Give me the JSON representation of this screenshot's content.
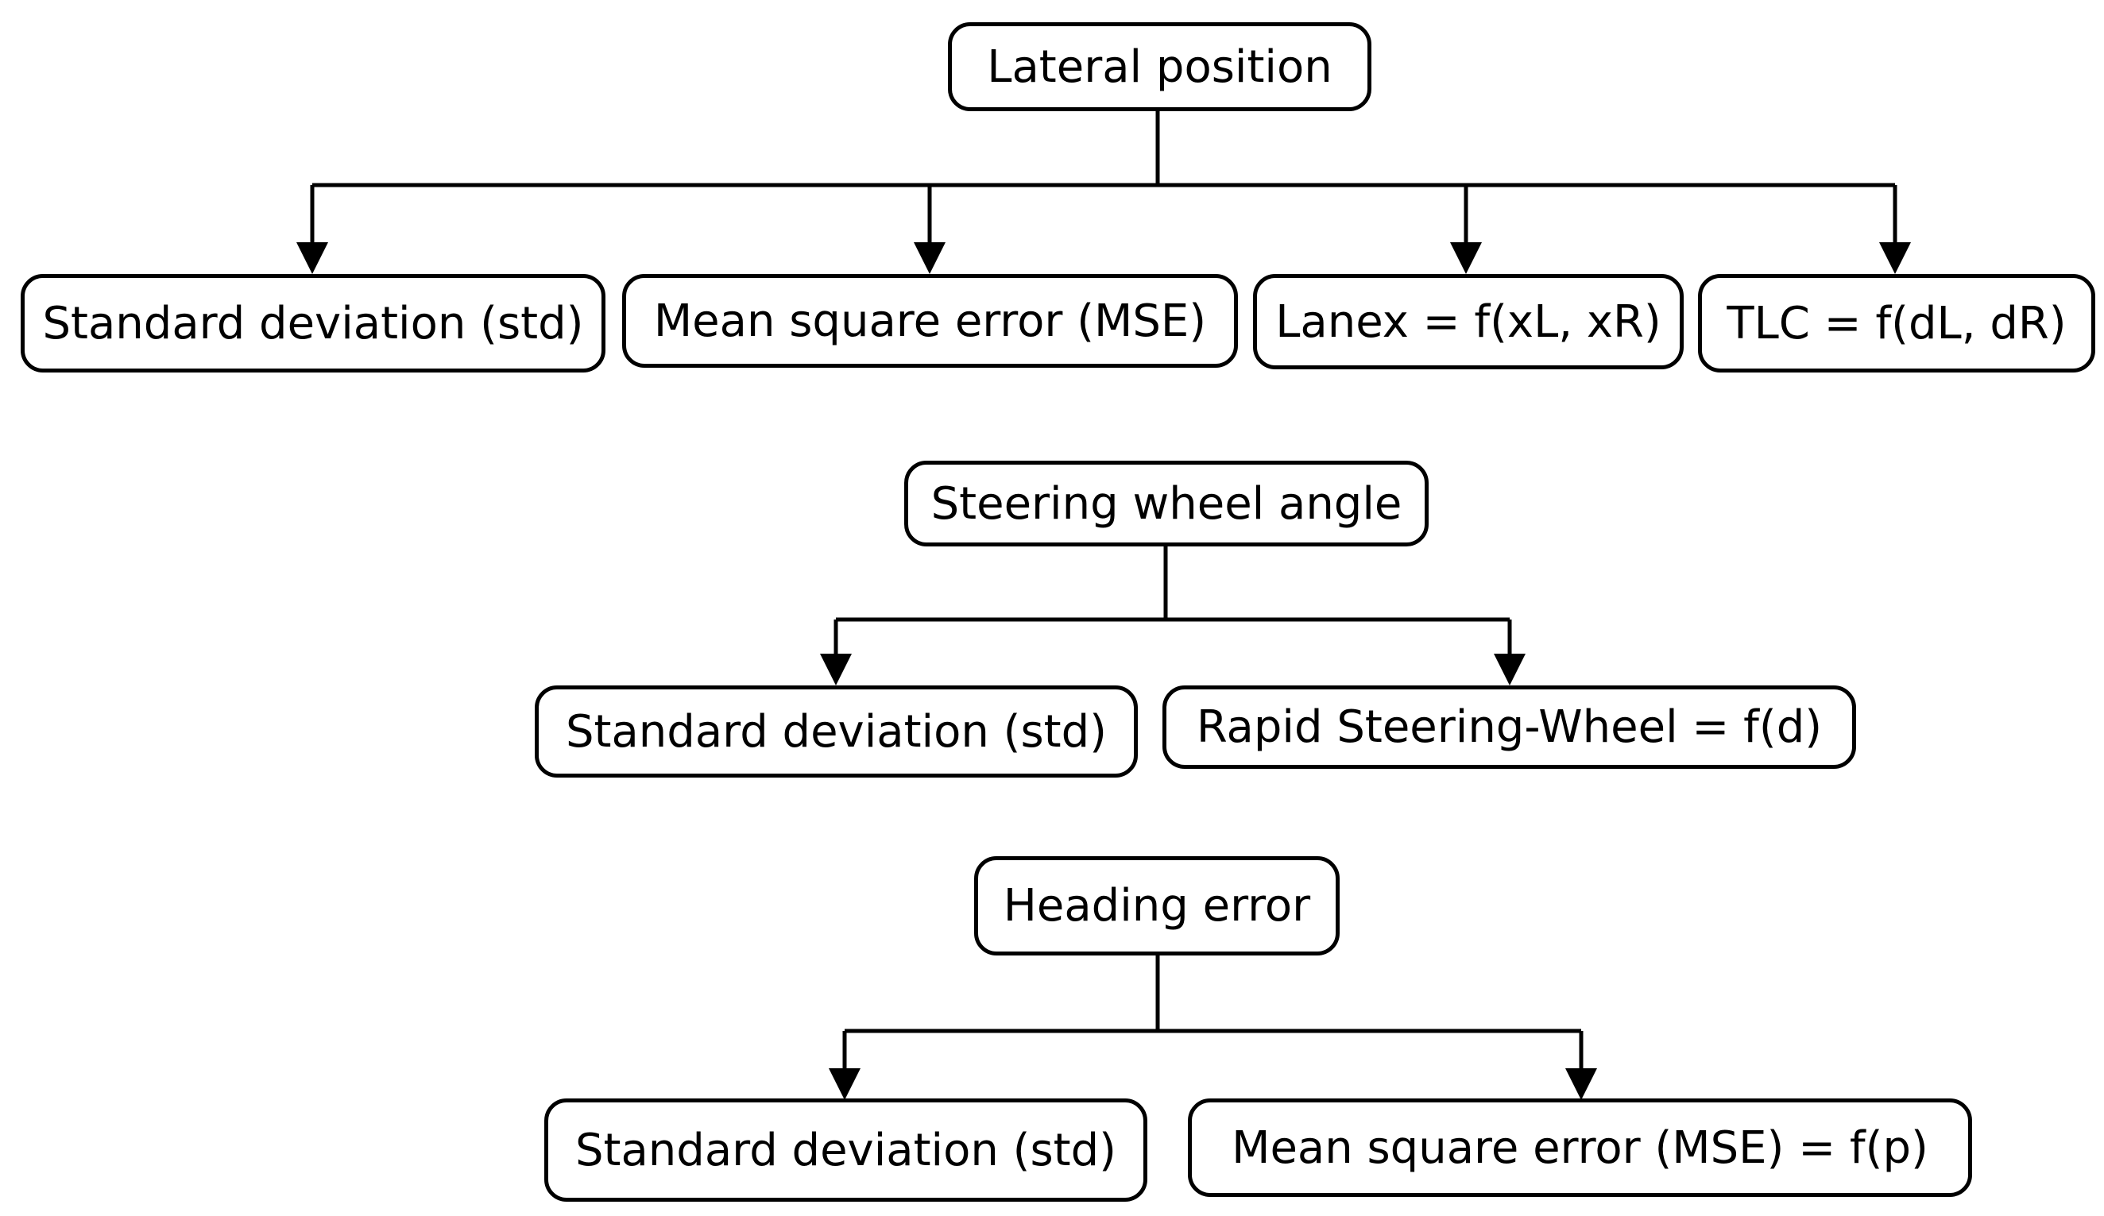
{
  "colors": {
    "stroke": "#000000",
    "background": "#ffffff"
  },
  "groups": {
    "lateral": {
      "root": "Lateral position",
      "children": [
        "Standard deviation (std)",
        "Mean square error (MSE)",
        "Lanex = f(xL, xR)",
        "TLC = f(dL, dR)"
      ]
    },
    "steering": {
      "root": "Steering wheel angle",
      "children": [
        "Standard deviation (std)",
        "Rapid Steering-Wheel = f(d)"
      ]
    },
    "heading": {
      "root": "Heading error",
      "children": [
        "Standard deviation (std)",
        "Mean square error (MSE) = f(p)"
      ]
    }
  }
}
